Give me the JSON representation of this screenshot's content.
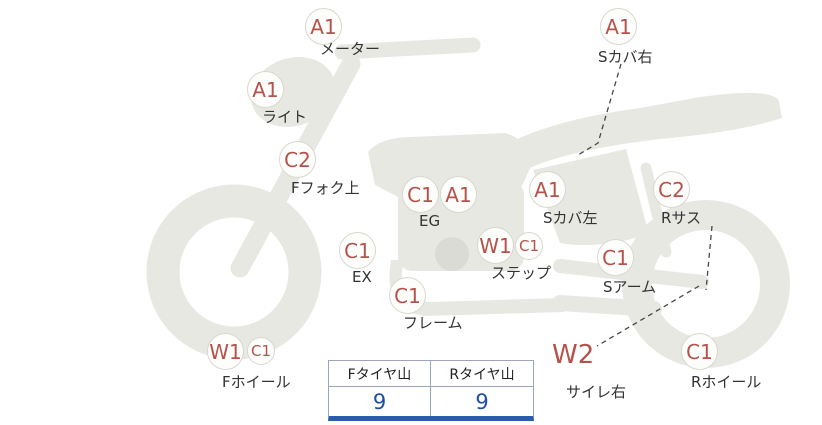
{
  "diagram_title": "motorcycle-condition-diagram",
  "colors": {
    "grade_text": "#b5524c",
    "tire_value_text": "#1d4f9e",
    "bike_body": "#e8e8e3",
    "bike_detail": "#dbdbd6",
    "circle_border": "#d8d8d0",
    "part_name_text": "#333333",
    "table_accent": "#2a5caa"
  },
  "labels": [
    {
      "id": "meter",
      "grades": [
        "A1"
      ],
      "name": "メーター"
    },
    {
      "id": "side-cover-right",
      "grades": [
        "A1"
      ],
      "name": "Sカバ右"
    },
    {
      "id": "headlight",
      "grades": [
        "A1"
      ],
      "name": "ライト"
    },
    {
      "id": "front-fork-upper",
      "grades": [
        "C2"
      ],
      "name": "Fフォク上"
    },
    {
      "id": "engine",
      "grades": [
        "C1",
        "A1"
      ],
      "name": "EG"
    },
    {
      "id": "side-cover-left",
      "grades": [
        "A1"
      ],
      "name": "Sカバ左"
    },
    {
      "id": "rear-suspension",
      "grades": [
        "C2"
      ],
      "name": "Rサス"
    },
    {
      "id": "exhaust",
      "grades": [
        "C1"
      ],
      "name": "EX"
    },
    {
      "id": "step",
      "grades": [
        "W1",
        "C1"
      ],
      "name": "ステップ"
    },
    {
      "id": "swing-arm",
      "grades": [
        "C1"
      ],
      "name": "Sアーム"
    },
    {
      "id": "frame",
      "grades": [
        "C1"
      ],
      "name": "フレーム"
    },
    {
      "id": "front-wheel",
      "grades": [
        "W1",
        "C1"
      ],
      "name": "Fホイール"
    },
    {
      "id": "silencer-right",
      "grades": [
        "W2"
      ],
      "name": "サイレ右"
    },
    {
      "id": "rear-wheel",
      "grades": [
        "C1"
      ],
      "name": "Rホイール"
    }
  ],
  "tire_table": {
    "headers": [
      "Fタイヤ山",
      "Rタイヤ山"
    ],
    "values": [
      "9",
      "9"
    ]
  }
}
